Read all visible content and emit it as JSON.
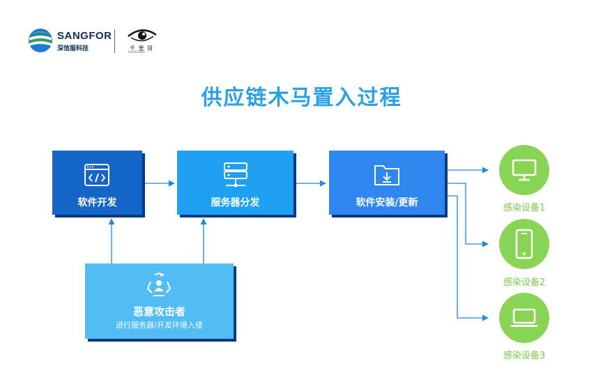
{
  "header": {
    "brand_name": "SANGFOR",
    "brand_sub": "深信服科技",
    "partner_text": "千 里 目",
    "partner_sub": "Furtherseye"
  },
  "title": "供应链木马置入过程",
  "flow": {
    "software_dev": {
      "label": "软件开发",
      "icon": "code-window-icon"
    },
    "server_dist": {
      "label": "服务器分发",
      "icon": "server-icon"
    },
    "install_update": {
      "label": "软件安装/更新",
      "icon": "folder-download-icon"
    },
    "attacker": {
      "label": "恶意攻击者",
      "sublabel": "进行服务器/开发环境入侵",
      "icon": "recycle-person-icon"
    }
  },
  "devices": [
    {
      "label": "感染设备1",
      "icon": "monitor-icon"
    },
    {
      "label": "感染设备2",
      "icon": "phone-icon"
    },
    {
      "label": "感染设备3",
      "icon": "laptop-icon"
    }
  ],
  "colors": {
    "title": "#2aa0e6",
    "dev_box": "#1565c8",
    "server_box": "#1ea1f1",
    "install_box": "#2f86ee",
    "attacker_box": "#52bdf5",
    "device": "#8ad455",
    "device_label": "#7dc84a",
    "arrow": "#1e88e5"
  }
}
